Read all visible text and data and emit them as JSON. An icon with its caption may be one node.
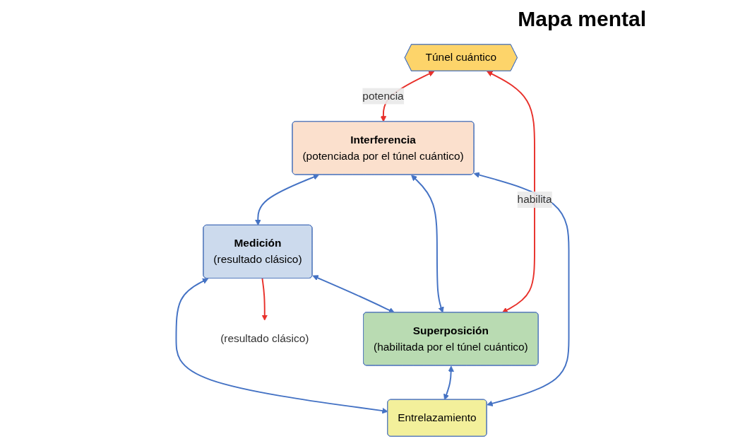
{
  "diagram": {
    "title": "Mapa mental",
    "nodes": [
      {
        "text": [
          "Interferencia",
          "(potenciada por el túnel cuántico)"
        ]
      },
      {
        "text": [
          "Túnel cuántico"
        ]
      },
      {
        "text": [
          "Medición",
          "(resultado clásico)"
        ]
      },
      {
        "text": [
          "Superposición",
          "(habilitada por el túnel cuántico)"
        ]
      },
      {
        "text": [
          "Entrelazamiento"
        ]
      },
      {
        "text": [
          "(resultado clásico)"
        ]
      }
    ],
    "edges": [
      {
        "from": 1,
        "to": 0,
        "arrow": "both",
        "label": "potencia",
        "color": "#e8302a"
      },
      {
        "from": 1,
        "to": 3,
        "arrow": "both",
        "label": "habilita",
        "color": "#e8302a"
      },
      {
        "from": 0,
        "to": 2,
        "arrow": "both"
      },
      {
        "from": 0,
        "to": 3,
        "arrow": "both"
      },
      {
        "from": 0,
        "to": 4,
        "arrow": "both"
      },
      {
        "from": 2,
        "to": 3,
        "arrow": "both"
      },
      {
        "from": 3,
        "to": 4,
        "arrow": "both"
      },
      {
        "from": 2,
        "to": 4,
        "arrow": "both"
      },
      {
        "from": 2,
        "to": 5,
        "arrow": "to",
        "color": "#e8302a"
      }
    ]
  }
}
